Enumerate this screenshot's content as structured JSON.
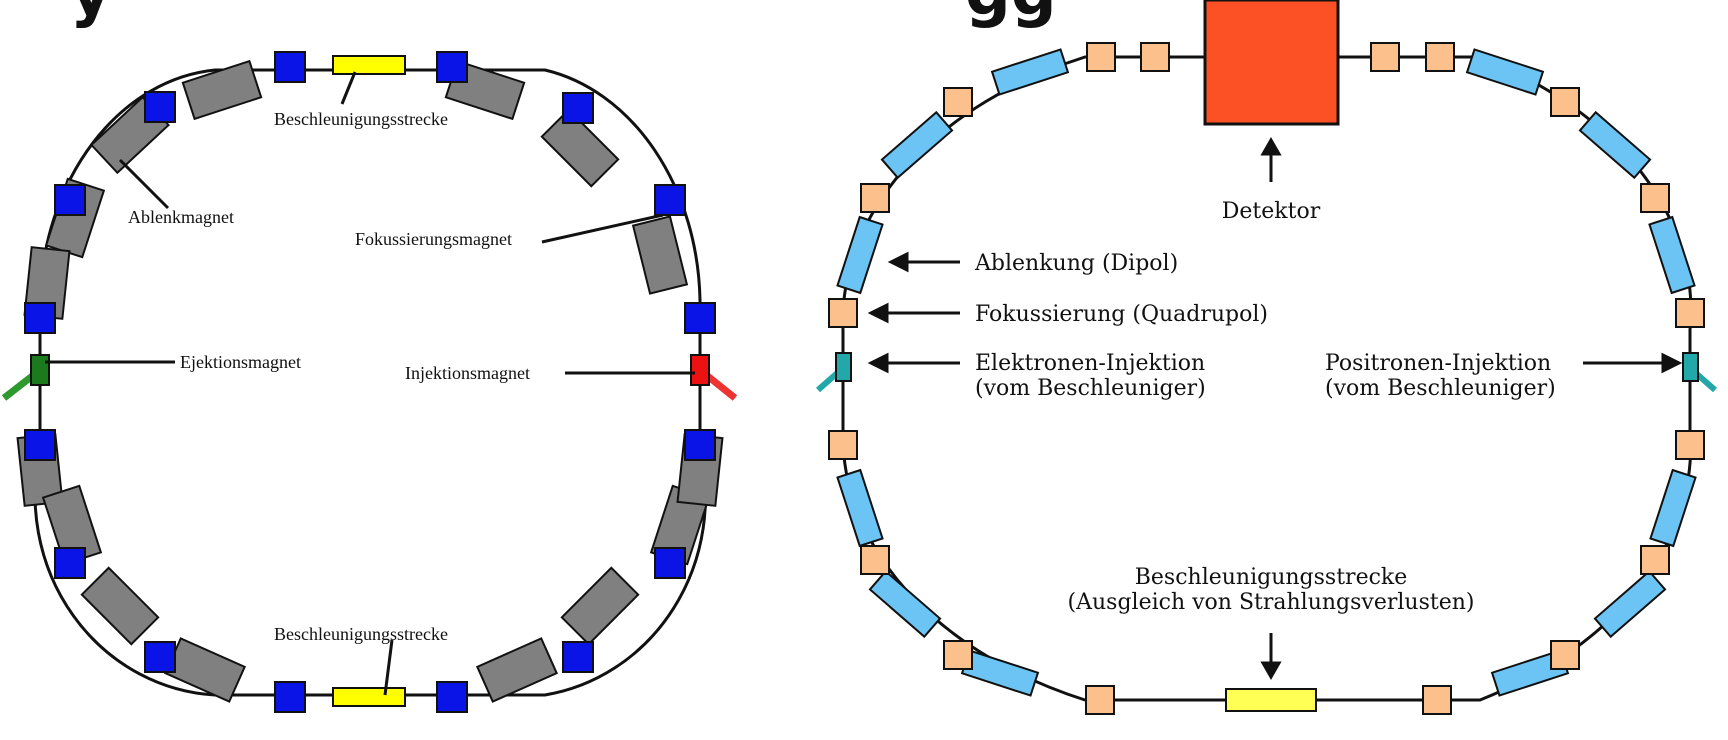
{
  "heading_fragments": {
    "left": "y",
    "right": "gg"
  },
  "left_diagram": {
    "labels": {
      "accel_top": "Beschleunigungsstrecke",
      "deflection": "Ablenkmagnet",
      "focusing": "Fokussierungsmagnet",
      "ejection": "Ejektionsmagnet",
      "injection": "Injektionsmagnet",
      "accel_bottom": "Beschleunigungsstrecke"
    },
    "colors": {
      "dipole": "#808080",
      "quadrupole": "#0a14e6",
      "accelerator": "#ffff00",
      "ejection_magnet": "#1b7a1b",
      "injection_magnet": "#ee1111",
      "ejection_line": "#2e9a2e",
      "injection_line": "#ee3333"
    }
  },
  "right_diagram": {
    "labels": {
      "detector": "Detektor",
      "dipole": "Ablenkung (Dipol)",
      "quadrupole": "Fokussierung (Quadrupol)",
      "electron_injection_line1": "Elektronen-Injektion",
      "electron_injection_line2": "(vom Beschleuniger)",
      "positron_injection_line1": "Positronen-Injektion",
      "positron_injection_line2": "(vom Beschleuniger)",
      "accel_line1": "Beschleunigungsstrecke",
      "accel_line2": "(Ausgleich von Strahlungsverlusten)"
    },
    "colors": {
      "dipole": "#6cc4f4",
      "quadrupole": "#fcc08c",
      "detector": "#fb5125",
      "accelerator": "#ffff55",
      "injector": "#22a8a8"
    }
  }
}
